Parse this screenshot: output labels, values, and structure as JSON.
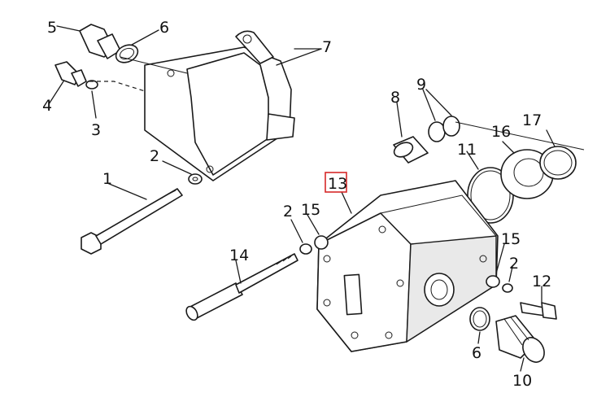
{
  "diagram": {
    "highlight_color": "#d62828",
    "line_color": "#1a1a1a",
    "labels": {
      "l1": "1",
      "l2a": "2",
      "l2b": "2",
      "l2c": "2",
      "l3": "3",
      "l4": "4",
      "l5": "5",
      "l6a": "6",
      "l6b": "6",
      "l7": "7",
      "l8": "8",
      "l9": "9",
      "l10": "10",
      "l11": "11",
      "l12": "12",
      "l13": "13",
      "l14": "14",
      "l15a": "15",
      "l15b": "15",
      "l16": "16",
      "l17": "17"
    },
    "highlighted_part": "13"
  }
}
